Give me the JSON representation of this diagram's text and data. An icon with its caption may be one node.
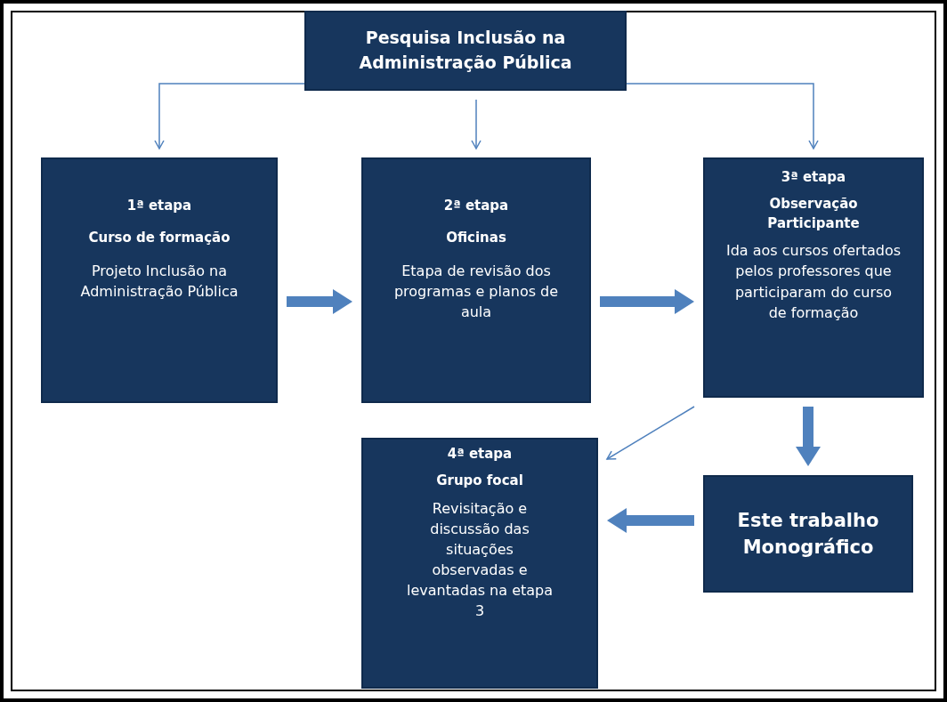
{
  "diagram": {
    "nodes": [
      {
        "text": [
          "Pesquisa Inclusão na Administração Pública"
        ]
      },
      {
        "text": [
          "1ª etapa",
          "Curso de formação",
          "Projeto Inclusão na Administração Pública"
        ]
      },
      {
        "text": [
          "2ª etapa",
          "Oficinas",
          "Etapa de revisão dos programas e planos de aula"
        ]
      },
      {
        "text": [
          "3ª etapa",
          "Observação Participante",
          "Ida aos cursos ofertados pelos professores que participaram do curso de formação"
        ]
      },
      {
        "text": [
          "4ª etapa",
          "Grupo focal",
          "Revisitação e discussão das situações observadas e levantadas na etapa 3"
        ]
      },
      {
        "text": [
          "Este trabalho Monográfico"
        ]
      }
    ],
    "edges": [
      {
        "from": 0,
        "to": 1,
        "arrow": "to"
      },
      {
        "from": 0,
        "to": 2,
        "arrow": "to"
      },
      {
        "from": 0,
        "to": 3,
        "arrow": "to"
      },
      {
        "from": 1,
        "to": 2,
        "arrow": "to",
        "style": "thick"
      },
      {
        "from": 2,
        "to": 3,
        "arrow": "to",
        "style": "thick"
      },
      {
        "from": 3,
        "to": 5,
        "arrow": "to",
        "style": "thick"
      },
      {
        "from": 5,
        "to": 4,
        "arrow": "to",
        "style": "thick"
      },
      {
        "from": 3,
        "to": 4,
        "arrow": "to"
      }
    ]
  }
}
